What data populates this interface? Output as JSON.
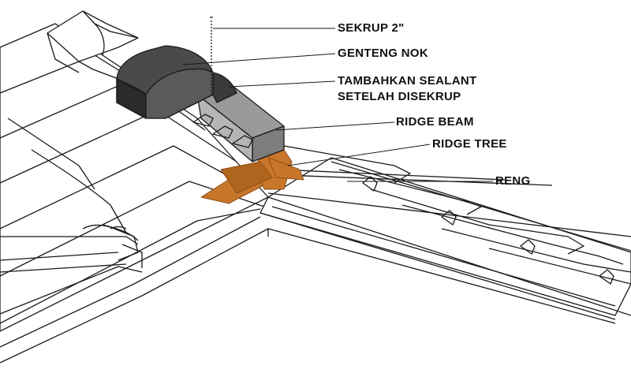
{
  "labels": {
    "sekrup": "SEKRUP 2\"",
    "genteng_nok": "GENTENG NOK",
    "sealant_line1": "TAMBAHKAN SEALANT",
    "sealant_line2": "SETELAH DISEKRUP",
    "ridge_beam": "RIDGE BEAM",
    "ridge_tree": "RIDGE TREE",
    "reng": "RENG"
  },
  "colors": {
    "line": "#1a1a1a",
    "ridge_cap": "#4a4a4a",
    "ridge_cap_dark": "#2b2b2b",
    "ridge_beam": "#9a9a9a",
    "wood": "#c8762a",
    "wood_dark": "#8f4f17",
    "tile_fill": "#ffffff"
  }
}
